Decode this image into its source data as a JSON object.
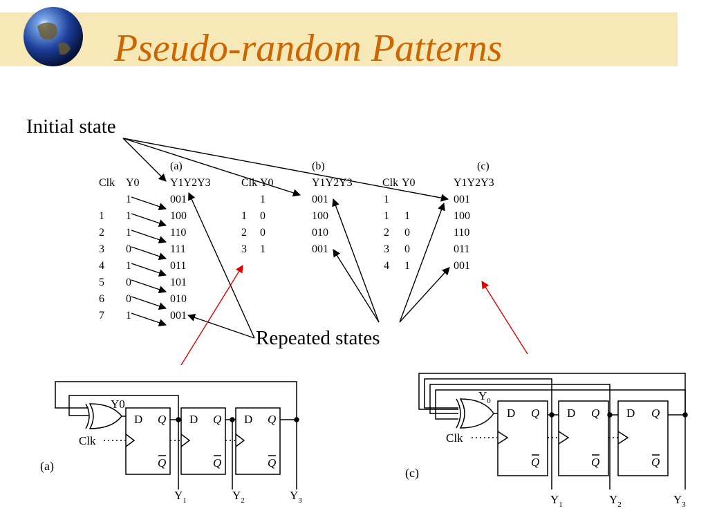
{
  "slide": {
    "title": "Pseudo-random Patterns"
  },
  "labels": {
    "initial_state": "Initial state",
    "repeated_states": "Repeated states"
  },
  "tables": [
    {
      "caption": "(a)",
      "headers": [
        "Clk",
        "Y0",
        "Y1Y2Y3"
      ],
      "rows": [
        [
          "",
          "1",
          "001"
        ],
        [
          "1",
          "1",
          "100"
        ],
        [
          "2",
          "1",
          "110"
        ],
        [
          "3",
          "0",
          "111"
        ],
        [
          "4",
          "1",
          "011"
        ],
        [
          "5",
          "0",
          "101"
        ],
        [
          "6",
          "0",
          "010"
        ],
        [
          "7",
          "1",
          "001"
        ]
      ]
    },
    {
      "caption": "(b)",
      "headers": [
        "Clk",
        "Y0",
        "Y1Y2Y3"
      ],
      "rows": [
        [
          "",
          "1",
          "001"
        ],
        [
          "1",
          "0",
          "100"
        ],
        [
          "2",
          "0",
          "010"
        ],
        [
          "3",
          "1",
          "001"
        ]
      ]
    },
    {
      "caption": "(c)",
      "headers": [
        "Clk",
        "Y0",
        "Y1Y2Y3"
      ],
      "rows": [
        [
          "1",
          "",
          "001"
        ],
        [
          "1",
          "1",
          "100"
        ],
        [
          "2",
          "0",
          "110"
        ],
        [
          "3",
          "0",
          "011"
        ],
        [
          "4",
          "1",
          "001"
        ]
      ]
    }
  ],
  "circuit_a": {
    "caption": "(a)",
    "gate_output": "Y0",
    "clock": "Clk",
    "ff_d": "D",
    "ff_q": "Q",
    "ff_qbar": "Q",
    "outputs": [
      {
        "name": "Y",
        "sub": "1"
      },
      {
        "name": "Y",
        "sub": "2"
      },
      {
        "name": "Y",
        "sub": "3"
      }
    ]
  },
  "circuit_c": {
    "caption": "(c)",
    "gate_output": "Y",
    "gate_output_sub": "0",
    "clock": "Clk",
    "ff_d": "D",
    "ff_q": "Q",
    "ff_qbar": "Q",
    "outputs": [
      {
        "name": "Y",
        "sub": "1"
      },
      {
        "name": "Y",
        "sub": "2"
      },
      {
        "name": "Y",
        "sub": "3"
      }
    ]
  },
  "colors": {
    "banner": "#f7e8b8",
    "title": "#cc6600",
    "highlight_arrow": "#e00000"
  }
}
